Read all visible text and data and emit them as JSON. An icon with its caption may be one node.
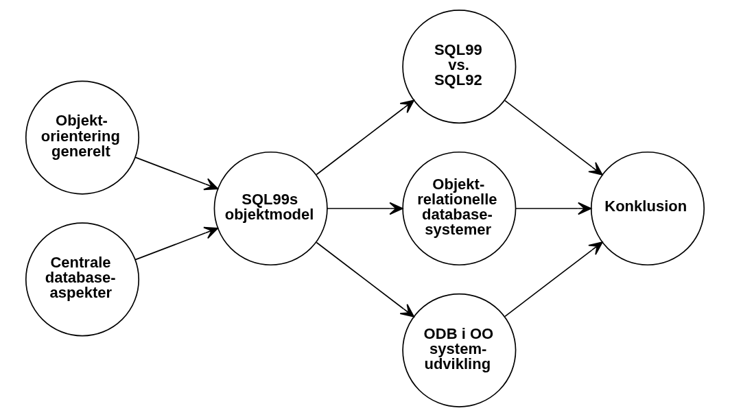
{
  "diagram": {
    "nodes": [
      {
        "text": [
          "Objekt- orientering generelt"
        ]
      },
      {
        "text": [
          "Centrale database- aspekter"
        ]
      },
      {
        "text": [
          "SQL99s objektmodel"
        ]
      },
      {
        "text": [
          "SQL99 vs. SQL92"
        ]
      },
      {
        "text": [
          "Objekt- relationelle database- systemer"
        ]
      },
      {
        "text": [
          "ODB i OO system- udvikling"
        ]
      },
      {
        "text": [
          "Konklusion"
        ]
      }
    ],
    "edges": [
      {
        "from": 0,
        "to": 2,
        "arrow": "to"
      },
      {
        "from": 1,
        "to": 2,
        "arrow": "to"
      },
      {
        "from": 2,
        "to": 3,
        "arrow": "to"
      },
      {
        "from": 2,
        "to": 4,
        "arrow": "to"
      },
      {
        "from": 2,
        "to": 5,
        "arrow": "to"
      },
      {
        "from": 3,
        "to": 6,
        "arrow": "to"
      },
      {
        "from": 4,
        "to": 6,
        "arrow": "to"
      },
      {
        "from": 5,
        "to": 6,
        "arrow": "to"
      }
    ]
  }
}
